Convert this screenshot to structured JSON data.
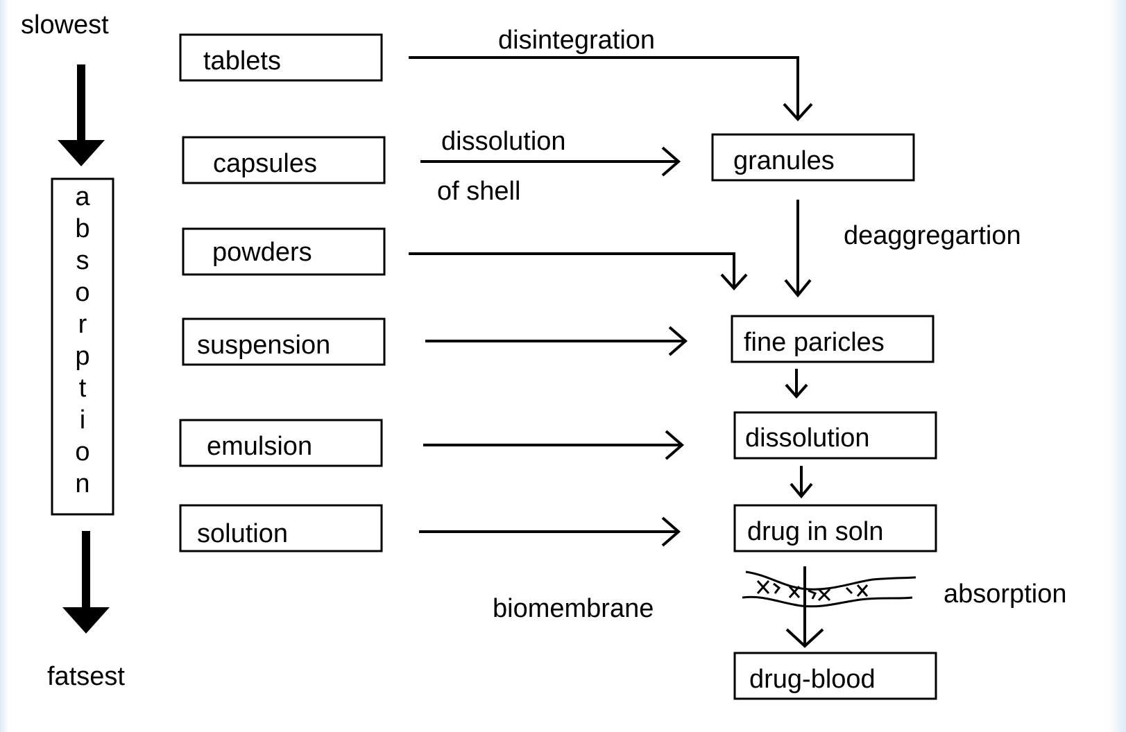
{
  "top_label": "slowest",
  "bottom_label": "fatsest",
  "absorption_vertical": [
    "a",
    "b",
    "s",
    "o",
    "r",
    "p",
    "t",
    "i",
    "o",
    "n"
  ],
  "dosage_forms": {
    "tablets": "tablets",
    "capsules": "capsules",
    "powders": "powders",
    "suspension": "suspension",
    "emulsion": "emulsion",
    "solution": "solution"
  },
  "stages": {
    "granules": "granules",
    "fine_particles": "fine paricles",
    "dissolution": "dissolution",
    "drug_in_soln": "drug in soln",
    "drug_blood": "drug-blood"
  },
  "process_labels": {
    "disintegration": "disintegration",
    "dissolution_of_shell_1": "dissolution",
    "dissolution_of_shell_2": "of shell",
    "deaggregation": "deaggregartion",
    "biomembrane": "biomembrane",
    "absorption": "absorption"
  }
}
